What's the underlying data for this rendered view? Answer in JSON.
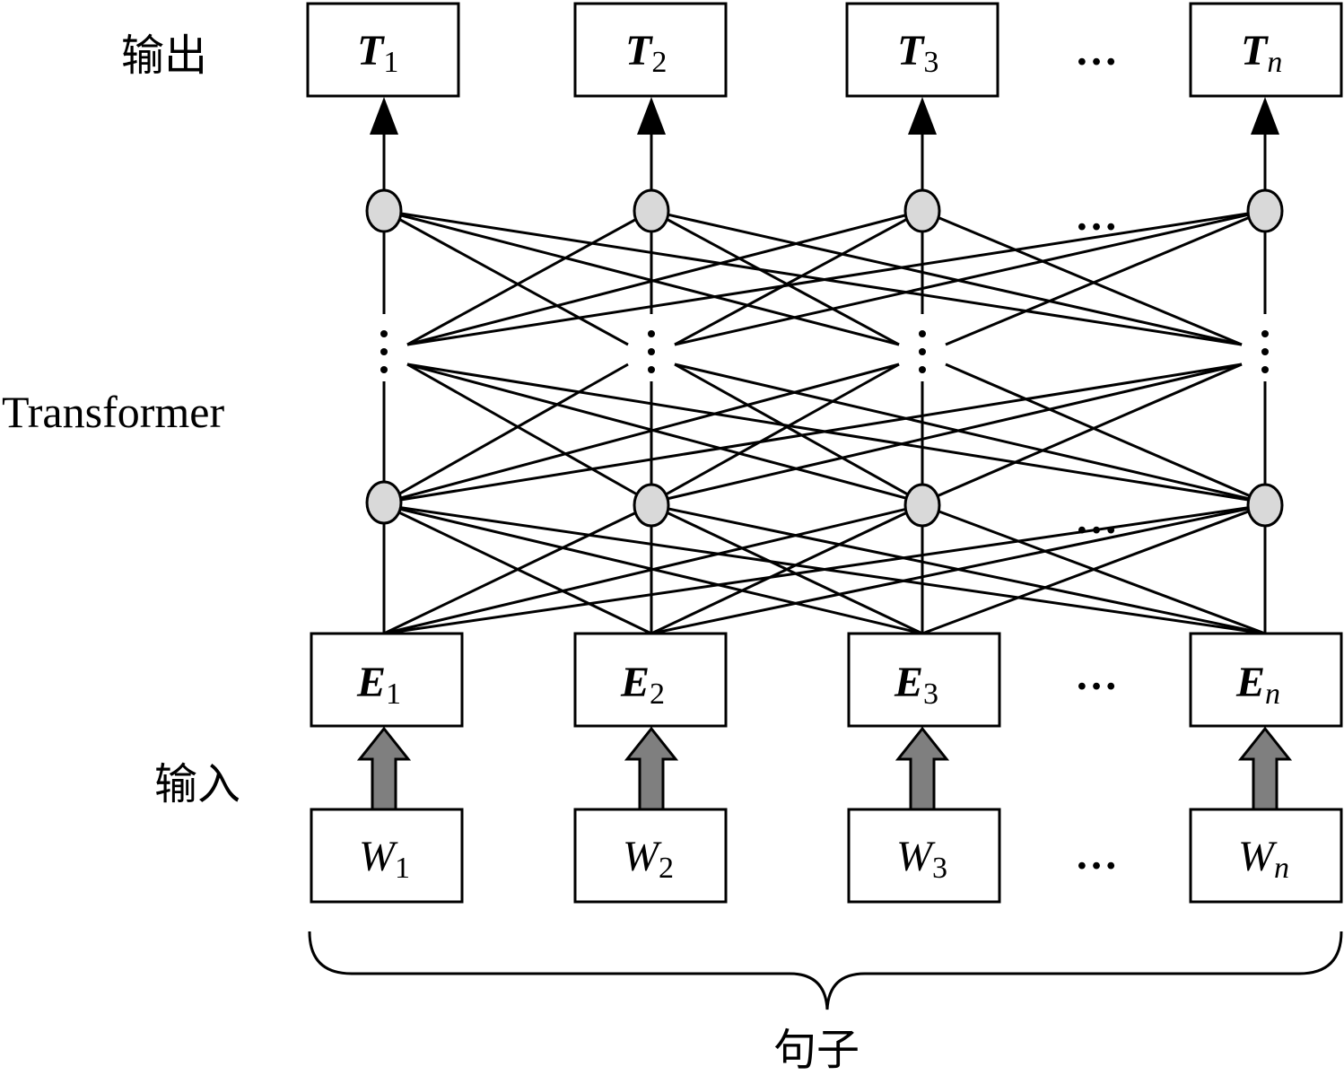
{
  "labels": {
    "output": "输出",
    "transformer": "Transformer",
    "input": "输入",
    "sentence": "句子"
  },
  "outputs": [
    {
      "main": "T",
      "sub": "1"
    },
    {
      "main": "T",
      "sub": "2"
    },
    {
      "main": "T",
      "sub": "3"
    },
    {
      "main": "T",
      "sub": "n"
    }
  ],
  "embeddings": [
    {
      "main": "E",
      "sub": "1"
    },
    {
      "main": "E",
      "sub": "2"
    },
    {
      "main": "E",
      "sub": "3"
    },
    {
      "main": "E",
      "sub": "n"
    }
  ],
  "words": [
    {
      "main": "W",
      "sub": "1"
    },
    {
      "main": "W",
      "sub": "2"
    },
    {
      "main": "W",
      "sub": "3"
    },
    {
      "main": "W",
      "sub": "n"
    }
  ],
  "ellipsis": "…",
  "colors": {
    "node_fill": "#d9d9d9",
    "thick_arrow_fill": "#7f7f7f",
    "stroke": "#000000"
  }
}
